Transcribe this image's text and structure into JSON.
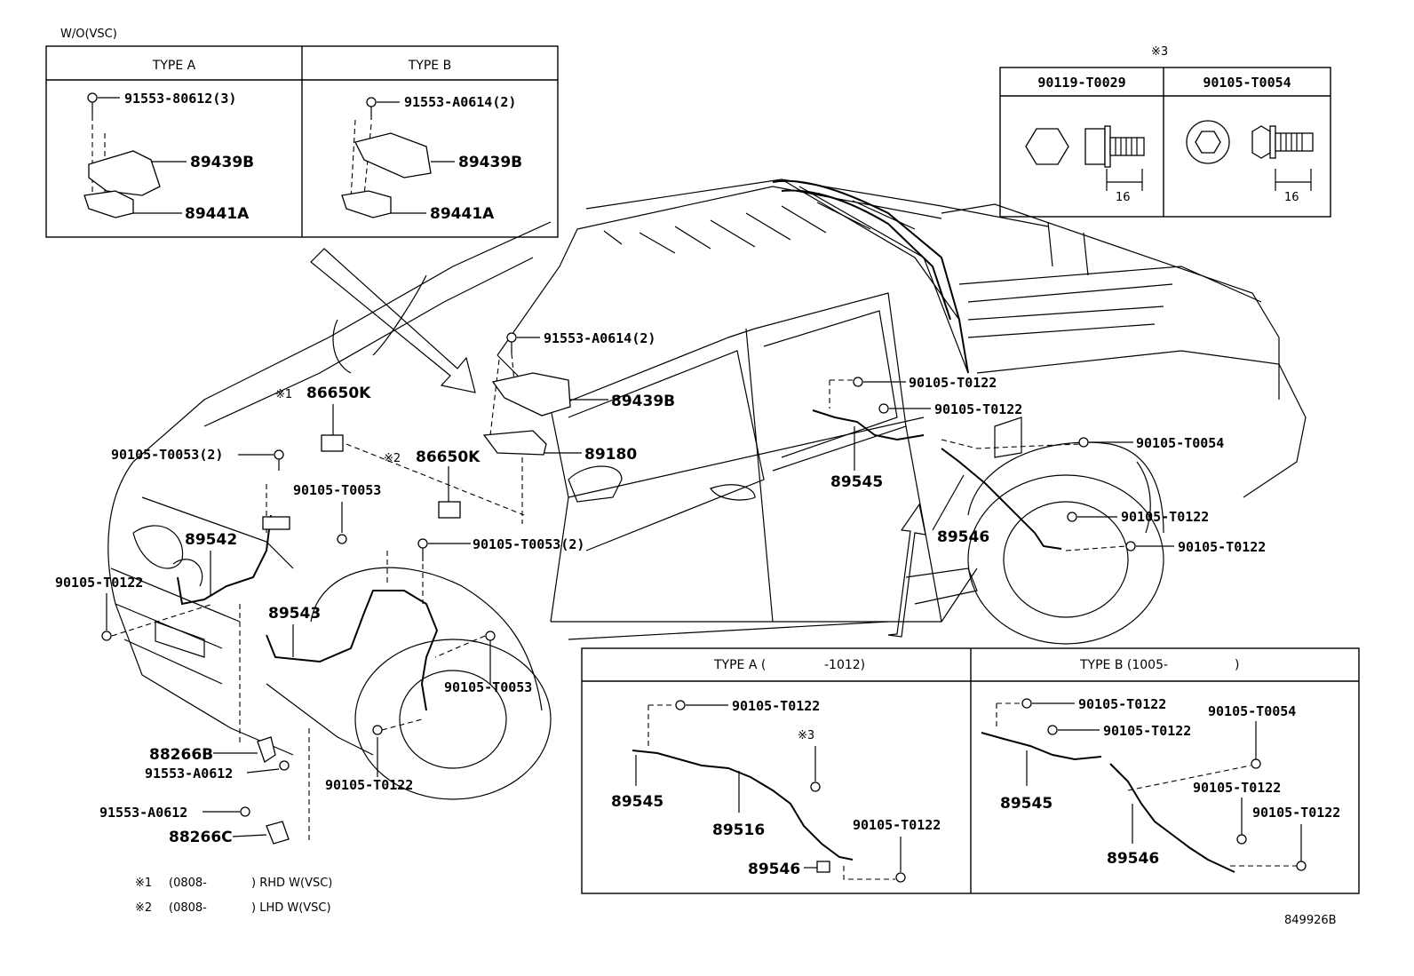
{
  "top_left_note": "W/O(VSC)",
  "inset_wo_vsc": {
    "type_a": {
      "header": "TYPE A",
      "bolt": "91553-80612(3)",
      "cover": "89439B",
      "sensor": "89441A"
    },
    "type_b": {
      "header": "TYPE B",
      "bolt": "91553-A0614(2)",
      "cover": "89439B",
      "sensor": "89441A"
    }
  },
  "inset_note3": {
    "marker": "※3",
    "col1": {
      "header": "90119-T0029",
      "dim": "16"
    },
    "col2": {
      "header": "90105-T0054",
      "dim": "16"
    }
  },
  "main_labels": {
    "bolt_91553_a0614": "91553-A0614(2)",
    "cover_89439b": "89439B",
    "ecu_89180": "89180",
    "note1_marker": "※1",
    "relay_86650k_1": "86650K",
    "note2_marker": "※2",
    "relay_86650k_2": "86650K",
    "bolt_t0053_2a": "90105-T0053(2)",
    "bolt_t0053": "90105-T0053",
    "bolt_t0053_2b": "90105-T0053(2)",
    "sensor_89542": "89542",
    "bolt_t0122_front": "90105-T0122",
    "sensor_89543": "89543",
    "bolt_t0053_wheel": "90105-T0053",
    "bolt_t0122_wheel": "90105-T0122",
    "bracket_88266b": "88266B",
    "bolt_91553_a0612_1": "91553-A0612",
    "bolt_91553_a0612_2": "91553-A0612",
    "bracket_88266c": "88266C",
    "rear_bolt_t0122_1": "90105-T0122",
    "rear_bolt_t0122_2": "90105-T0122",
    "rear_sensor_89545": "89545",
    "rear_bolt_t0054": "90105-T0054",
    "rear_bolt_t0122_3": "90105-T0122",
    "rear_sensor_89546": "89546",
    "rear_bolt_t0122_4": "90105-T0122"
  },
  "inset_type_a": {
    "header_prefix": "TYPE A (",
    "header_suffix": "-1012)",
    "bolt1": "90105-T0122",
    "note3": "※3",
    "sensor_89545": "89545",
    "sensor_89516": "89516",
    "bolt2": "90105-T0122",
    "sensor_89546": "89546"
  },
  "inset_type_b": {
    "header_prefix": "TYPE B (1005-",
    "header_suffix": ")",
    "bolt1": "90105-T0122",
    "bolt2": "90105-T0122",
    "bolt3": "90105-T0054",
    "bolt4": "90105-T0122",
    "bolt5": "90105-T0122",
    "sensor_89545": "89545",
    "sensor_89546": "89546"
  },
  "footnotes": [
    {
      "marker": "※1",
      "range": "(0808-",
      "spec": ") RHD W(VSC)"
    },
    {
      "marker": "※2",
      "range": "(0808-",
      "spec": ") LHD W(VSC)"
    }
  ],
  "catalog_number": "849926B"
}
